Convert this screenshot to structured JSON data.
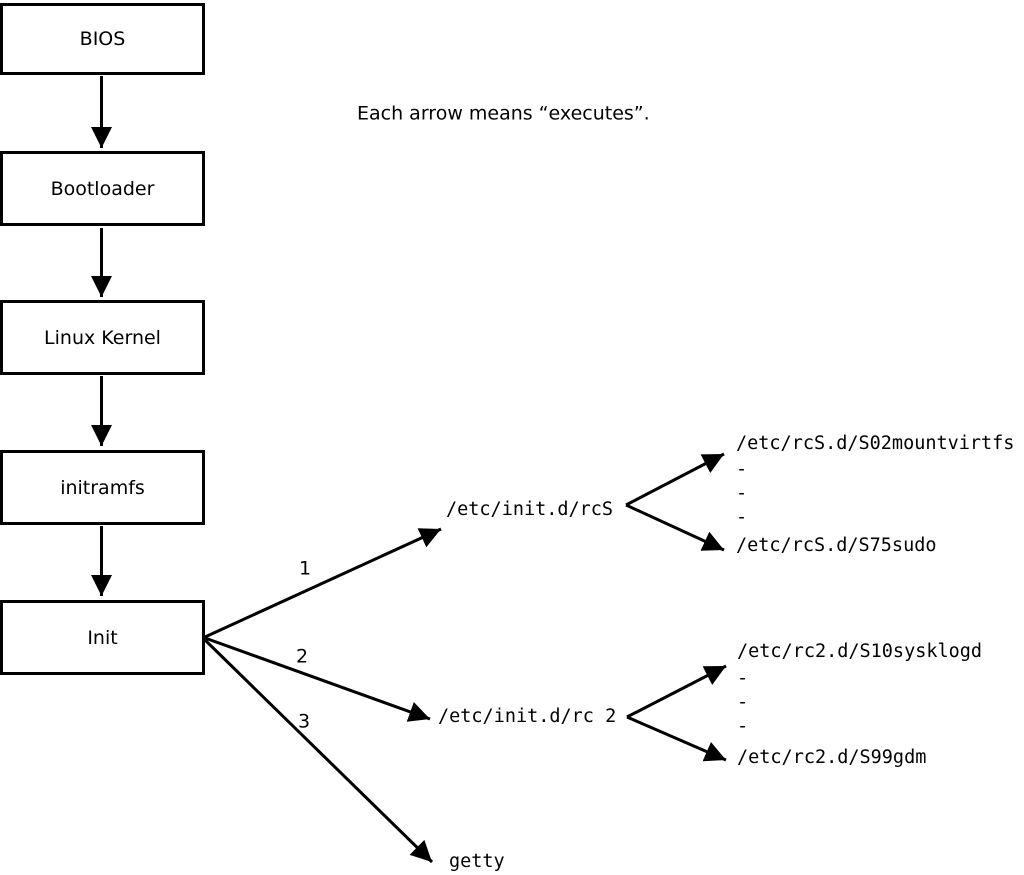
{
  "colors": {
    "ink": "#000000",
    "background": "#ffffff"
  },
  "caption": "Each arrow means “executes”.",
  "boot_chain": {
    "nodes": [
      {
        "label": "BIOS"
      },
      {
        "label": "Bootloader"
      },
      {
        "label": "Linux Kernel"
      },
      {
        "label": "initramfs"
      },
      {
        "label": "Init"
      }
    ]
  },
  "init_branches": [
    {
      "number": "1",
      "target": "/etc/init.d/rcS"
    },
    {
      "number": "2",
      "target": "/etc/init.d/rc 2"
    },
    {
      "number": "3",
      "target": "getty"
    }
  ],
  "script_fanouts": {
    "rcs": {
      "first": "/etc/rcS.d/S02mountvirtfs",
      "dashes": [
        "-",
        "-",
        "-"
      ],
      "last": "/etc/rcS.d/S75sudo"
    },
    "rc2": {
      "first": "/etc/rc2.d/S10sysklogd",
      "dashes": [
        "-",
        "-",
        "-"
      ],
      "last": "/etc/rc2.d/S99gdm"
    }
  }
}
